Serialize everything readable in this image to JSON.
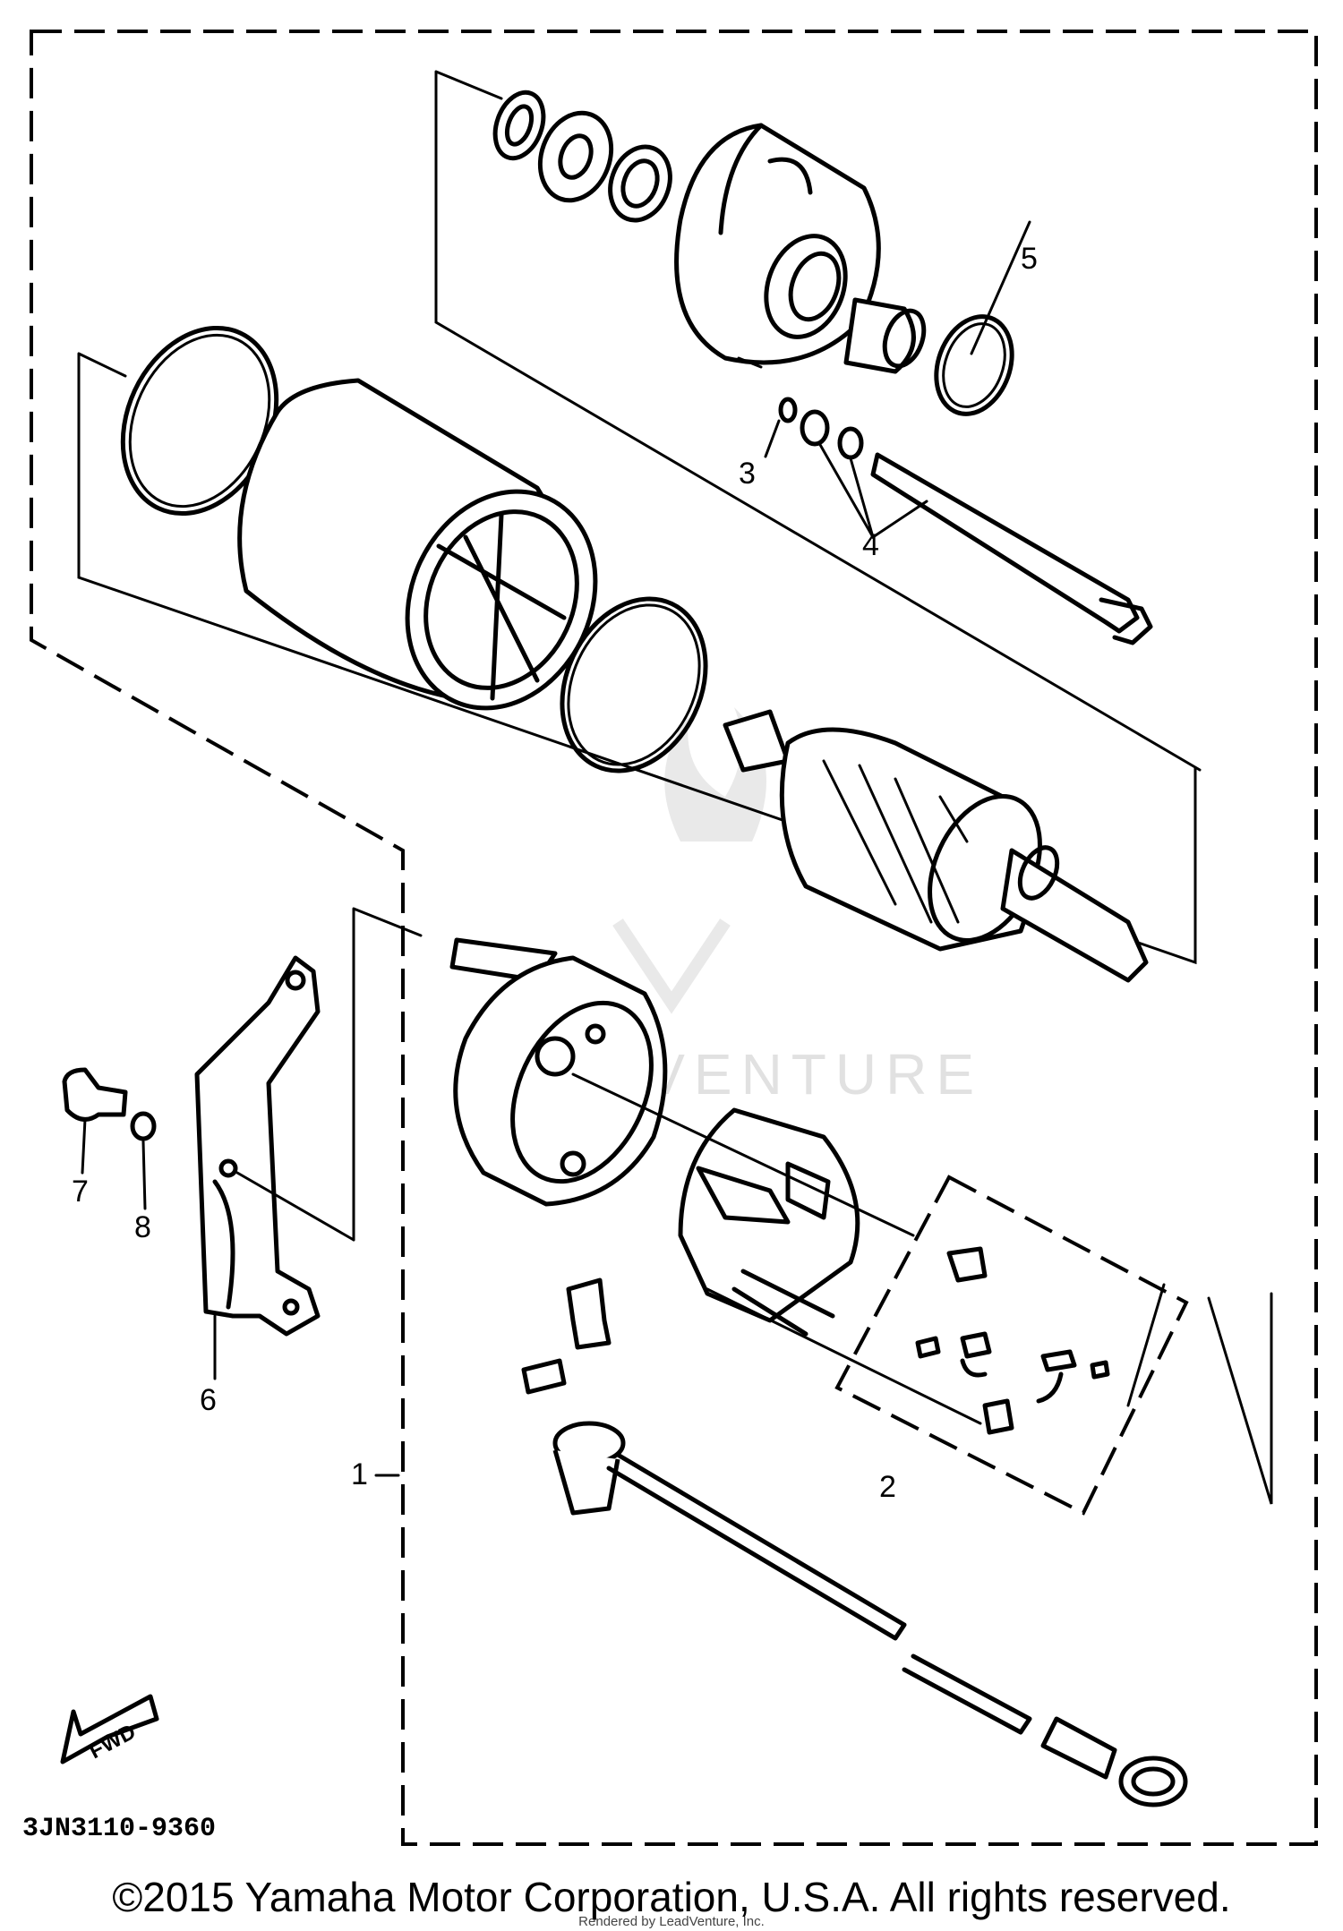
{
  "diagram": {
    "callouts": {
      "c1": "1",
      "c2": "2",
      "c3": "3",
      "c4": "4",
      "c5": "5",
      "c6": "6",
      "c7": "7",
      "c8": "8"
    },
    "direction_badge": "FWD",
    "part_code": "3JN3110-9360",
    "watermark": "LEADVENTURE"
  },
  "footer": {
    "copyright": "©2015 Yamaha Motor Corporation, U.S.A. All rights reserved.",
    "rendered_by": "Rendered by LeadVenture, Inc."
  }
}
